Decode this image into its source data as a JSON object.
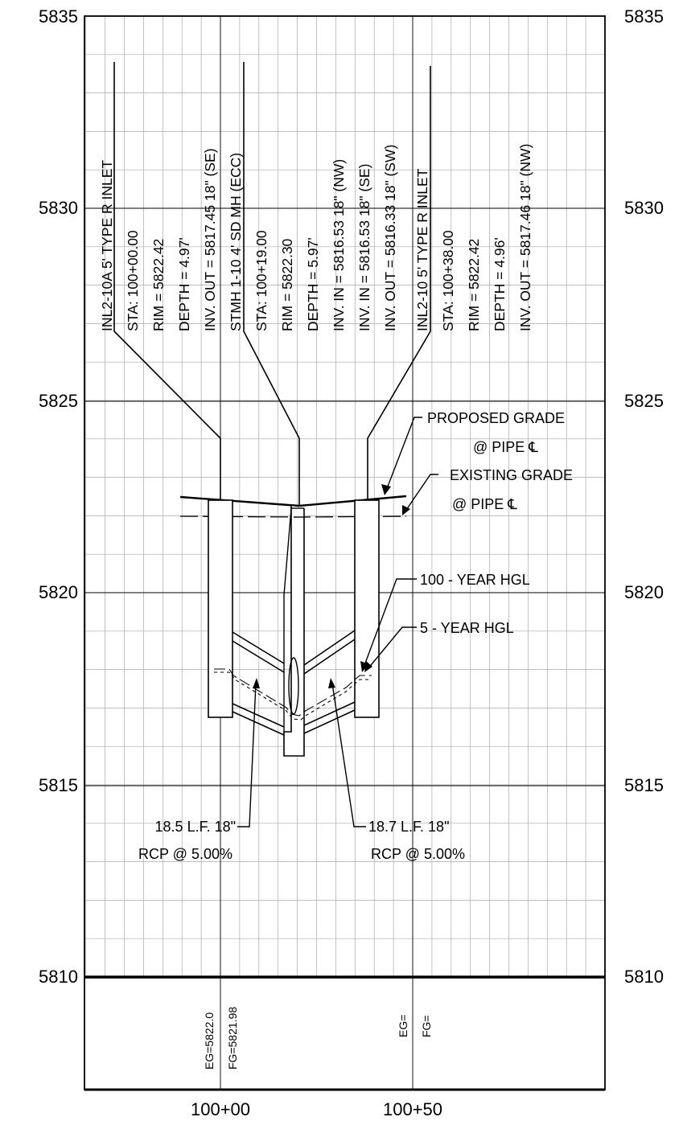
{
  "profile": {
    "elevation_labels": [
      "5835",
      "5830",
      "5825",
      "5820",
      "5815",
      "5810"
    ],
    "station_labels": [
      "100+00",
      "100+50"
    ],
    "structures": [
      {
        "lines": [
          "INL2-10A 5' TYPE R INLET",
          "STA: 100+00.00",
          "RIM = 5822.42",
          "DEPTH = 4.97'",
          "INV. OUT = 5817.45 18\" (SE)"
        ]
      },
      {
        "lines": [
          "STMH 1-10 4' SD MH (ECC)",
          "STA: 100+19.00",
          "RIM = 5822.30",
          "DEPTH = 5.97'",
          "INV. IN = 5816.53 18\" (NW)",
          "INV. IN = 5816.53 18\" (SE)",
          "INV. OUT = 5816.33 18\" (SW)"
        ]
      },
      {
        "lines": [
          "INL2-10 5' TYPE R INLET",
          "STA: 100+38.00",
          "RIM = 5822.42",
          "DEPTH = 4.96'",
          "INV. OUT = 5817.46 18\" (NW)"
        ]
      }
    ],
    "callouts": {
      "proposed_grade": [
        "PROPOSED GRADE",
        "@ PIPE ℄"
      ],
      "existing_grade": [
        "EXISTING GRADE",
        "@ PIPE ℄"
      ],
      "hgl_100": "100 - YEAR HGL",
      "hgl_5": "5 - YEAR HGL",
      "pipe_left": [
        "18.5 L.F. 18\"",
        "RCP @ 5.00%"
      ],
      "pipe_right": [
        "18.7 L.F. 18\"",
        "RCP @ 5.00%"
      ]
    },
    "grade_table": {
      "sta_100_00": {
        "eg": "EG=5822.0",
        "fg": "FG=5821.98"
      },
      "sta_100_50": {
        "eg": "EG=",
        "fg": "FG="
      }
    }
  }
}
